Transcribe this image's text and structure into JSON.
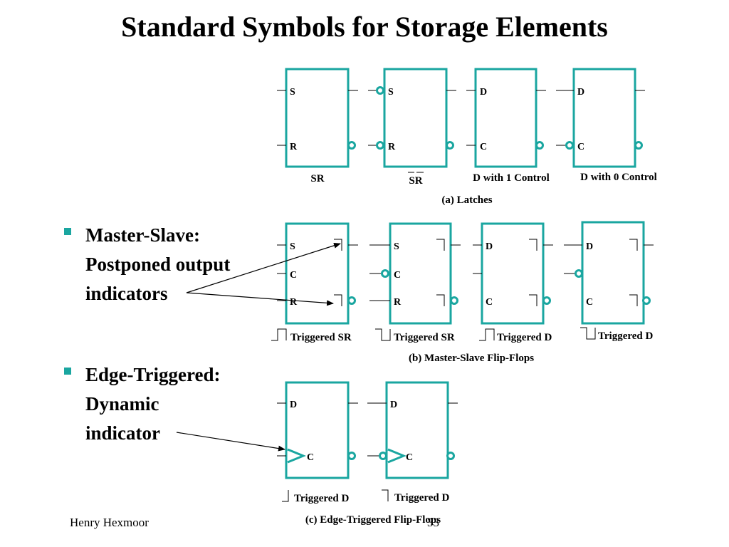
{
  "title": "Standard Symbols for Storage Elements",
  "bullets": [
    {
      "lines": [
        "Master-Slave:",
        "Postponed output",
        "indicators"
      ]
    },
    {
      "lines": [
        "Edge-Triggered:",
        "Dynamic",
        "indicator"
      ]
    }
  ],
  "footer": {
    "author": "Henry Hexmoor",
    "page": "33"
  },
  "colors": {
    "box": "#1aa6a0",
    "bullet": "#1aa6a0"
  },
  "sections": {
    "latches": "(a) Latches",
    "master_slave": "(b) Master-Slave Flip-Flops",
    "edge_triggered": "(c) Edge-Triggered Flip-Flops"
  },
  "latches": [
    {
      "name": "SR",
      "pins": [
        "S",
        "R"
      ]
    },
    {
      "name": "SR",
      "pins": [
        "S",
        "R"
      ]
    },
    {
      "name": "D with 1 Control",
      "pins": [
        "D",
        "C"
      ]
    },
    {
      "name": "D with 0 Control",
      "pins": [
        "D",
        "C"
      ]
    }
  ],
  "master_slave": [
    {
      "name": "Triggered SR",
      "pins": [
        "S",
        "C",
        "R"
      ]
    },
    {
      "name": "Triggered SR",
      "pins": [
        "S",
        "C",
        "R"
      ]
    },
    {
      "name": "Triggered D",
      "pins": [
        "D",
        "C"
      ]
    },
    {
      "name": "Triggered D",
      "pins": [
        "D",
        "C"
      ]
    }
  ],
  "edge_triggered": [
    {
      "name": "Triggered D",
      "pins": [
        "D",
        "C"
      ]
    },
    {
      "name": "Triggered D",
      "pins": [
        "D",
        "C"
      ]
    }
  ]
}
